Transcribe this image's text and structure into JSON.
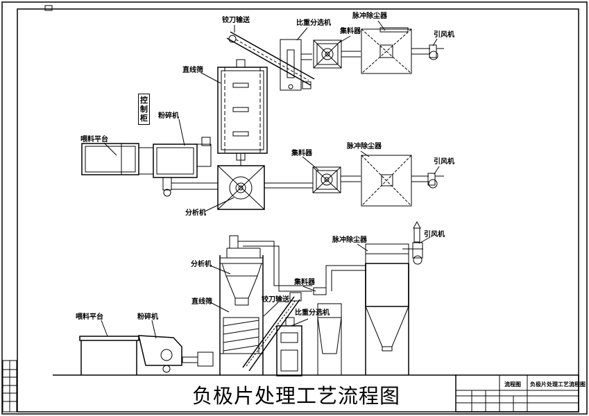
{
  "title": "负极片处理工艺流程图",
  "control_cabinet": "控制柜",
  "top_view": {
    "auger_conveyor": "铰刀输送",
    "gravity_separator": "比重分选机",
    "collector_1": "集料器",
    "pulse_dust_collector_1": "脉冲除尘器",
    "induced_fan_1": "引风机",
    "linear_screen": "直线筛",
    "crusher": "粉碎机",
    "feeding_platform": "喂料平台",
    "collector_2": "集料器",
    "pulse_dust_collector_2": "脉冲除尘器",
    "induced_fan_2": "引风机",
    "analyzer": "分析机"
  },
  "front_view": {
    "pulse_dust_collector": "脉冲除尘器",
    "induced_fan": "引风机",
    "analyzer": "分析机",
    "collector": "集料器",
    "auger_conveyor": "铰刀输送",
    "linear_screen": "直线筛",
    "gravity_separator": "比重分选机",
    "feeding_platform": "喂料平台",
    "crusher": "粉碎机"
  },
  "title_block": {
    "drawing_name": "流程图",
    "project_name": "负极片处理工艺流程图"
  }
}
